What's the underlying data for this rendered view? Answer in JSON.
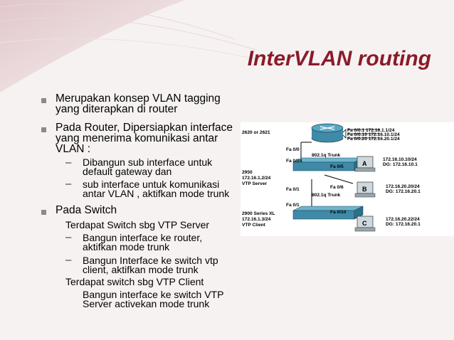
{
  "slide": {
    "title": "InterVLAN routing",
    "bullets": [
      {
        "line1": "Merupakan konsep VLAN tagging",
        "line2": "yang diterapkan di router"
      },
      {
        "line1": "Pada Router, Dipersiapkan interface",
        "line2": "yang menerima komunikasi antar",
        "line3": "VLAN :"
      }
    ],
    "sub_items": [
      {
        "line1": "Dibangun sub interface untuk",
        "line2": "default gateway dan"
      },
      {
        "line1": "sub interface untuk komunikasi",
        "line2": "antar VLAN , aktifkan mode trunk"
      }
    ],
    "switch_heading": "Pada Switch",
    "vtp_server": {
      "label": "Terdapat Switch sbg VTP Server",
      "items": [
        {
          "line1": "Bangun interface ke router,",
          "line2": "aktifkan mode trunk"
        },
        {
          "line1": "Bangun Interface ke switch vtp",
          "line2": "client, aktifkan mode trunk"
        }
      ]
    },
    "vtp_client": {
      "label": "Terdapat switch sbg VTP Client",
      "item": {
        "line1": "Bangun interface ke switch VTP",
        "line2": "Server activekan mode trunk"
      }
    }
  },
  "diagram": {
    "router": {
      "model": "2620 or 2621",
      "port": "Fa 0/0"
    },
    "subinterfaces": [
      "Fa 0/0.1 172.16.1.1/24",
      "Fa 0/0.10 172.16.10.1/24",
      "Fa 0/0.20 172.16.20.1/24"
    ],
    "trunk_label_1": "802.1q Trunk",
    "trunk_label_2": "802.1q Trunk",
    "switch1": {
      "name": "2950",
      "ip": "172.16.1.2/24",
      "role": "VTP Server",
      "port_up": "Fa 0/24",
      "port_down": "Fa 0/1",
      "port_a": "Fa 0/5",
      "port_b": "Fa 0/6"
    },
    "switch2": {
      "name": "2900 Series XL",
      "ip": "172.16.1.3/24",
      "role": "VTP Client",
      "port_up": "Fa 0/1",
      "port_c": "Fa 0/10"
    },
    "host_a": {
      "label": "A",
      "ip": "172.16.10.10/24",
      "dg": "DG: 172.16.10.1"
    },
    "host_b": {
      "label": "B",
      "ip": "172.16.20.20/24",
      "dg": "DG: 172.16.20.1"
    },
    "host_c": {
      "label": "C",
      "ip": "172.16.20.22/24",
      "dg": "DG: 172.16.20.1"
    }
  },
  "colors": {
    "title": "#8b1a2a",
    "background": "#f7f2f2",
    "bullet": "#8a8a8a",
    "network_device": "#3f8aa7"
  }
}
